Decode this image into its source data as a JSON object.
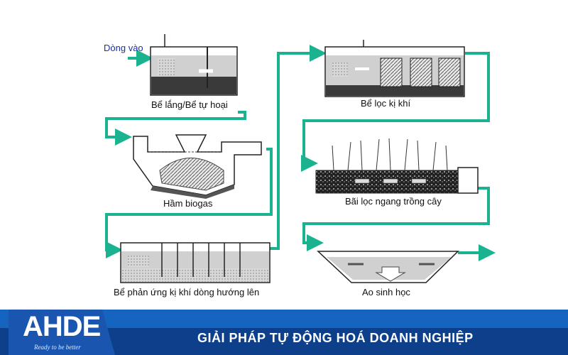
{
  "labels": {
    "inflow": "Dòng vào",
    "septic": "Bể lắng/Bể tự hoại",
    "biogas": "Hầm biogas",
    "baffled": "Bể phản ứng kị khí dòng hướng lên",
    "anaerobic_filter": "Bể lọc kị khí",
    "wetland": "Bãi lọc ngang trồng cây",
    "pond": "Ao sinh học"
  },
  "footer": {
    "logo": "AHDE",
    "slogan": "Ready to be better",
    "title": "GIẢI PHÁP TỰ ĐỘNG HOÁ DOANH NGHIỆP"
  },
  "colors": {
    "pipe": "#1bb38f",
    "water": "#c8c8c8",
    "sludge": "#3a3a3a",
    "footer_blue": "#1565c0",
    "footer_dark": "#0d3f8a"
  }
}
